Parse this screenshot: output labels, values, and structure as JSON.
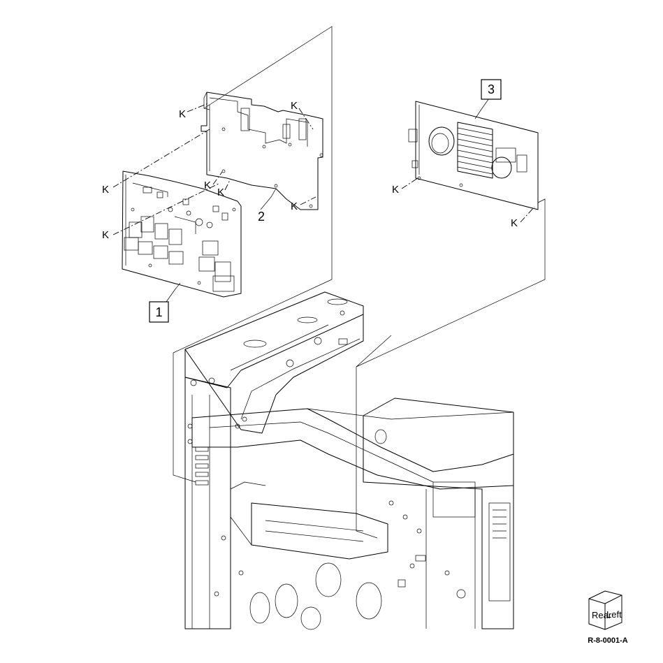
{
  "callouts": {
    "item1": "1",
    "item2": "2",
    "item3": "3"
  },
  "fastener_labels": {
    "k_a": "K",
    "k_b": "K",
    "k_c": "K",
    "k_d": "K",
    "k_e": "K",
    "k_f": "K",
    "k_g": "K",
    "k_h": "K",
    "k_i": "K"
  },
  "orientation_cube": {
    "rear": "Rear",
    "left": "Left"
  },
  "figure_code": "R-8-0001-A"
}
